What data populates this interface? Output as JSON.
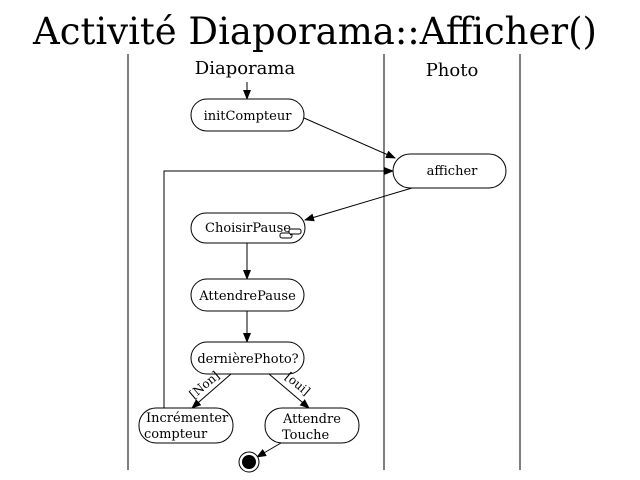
{
  "title": "Activité Diaporama::Afficher()",
  "lanes": {
    "left": "Diaporama",
    "right": "Photo"
  },
  "nodes": {
    "init": "initCompteur",
    "afficher": "afficher",
    "choisir": "ChoisirPause",
    "attendre_pause": "AttendrePause",
    "derniere": "dernièrePhoto?",
    "incrementer": [
      "Incrémenter",
      "compteur"
    ],
    "attendre_touche": [
      "Attendre",
      "Touche"
    ]
  },
  "guards": {
    "non": "[Non]",
    "oui": "[oui]"
  },
  "icons": {
    "submachine": "rake-icon",
    "final": "final-state-icon"
  }
}
